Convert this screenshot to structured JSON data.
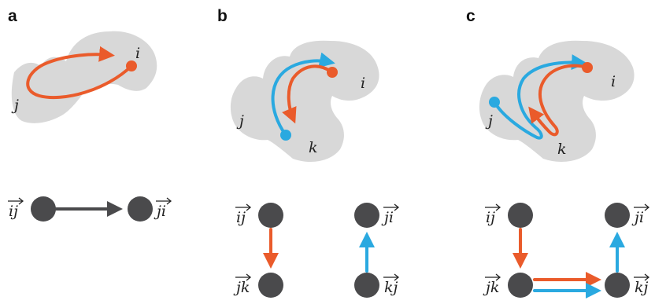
{
  "panels": {
    "a": {
      "letter": "a",
      "node_labels": {
        "i": "i",
        "j": "j"
      },
      "graph_labels": {
        "left": "ij",
        "right": "ji"
      }
    },
    "b": {
      "letter": "b",
      "node_labels": {
        "i": "i",
        "j": "j",
        "k": "k"
      },
      "graph_labels": {
        "top_left": "ij",
        "bottom_left": "jk",
        "top_right": "ji",
        "bottom_right": "kj"
      }
    },
    "c": {
      "letter": "c",
      "node_labels": {
        "i": "i",
        "j": "j",
        "k": "k"
      },
      "graph_labels": {
        "top_left": "ij",
        "bottom_left": "jk",
        "top_right": "ji",
        "bottom_right": "kj"
      }
    }
  },
  "colors": {
    "orange": "#ea5b2b",
    "blue": "#2aa9e0",
    "node": "#4a4a4c",
    "region": "#d8d8d8"
  }
}
